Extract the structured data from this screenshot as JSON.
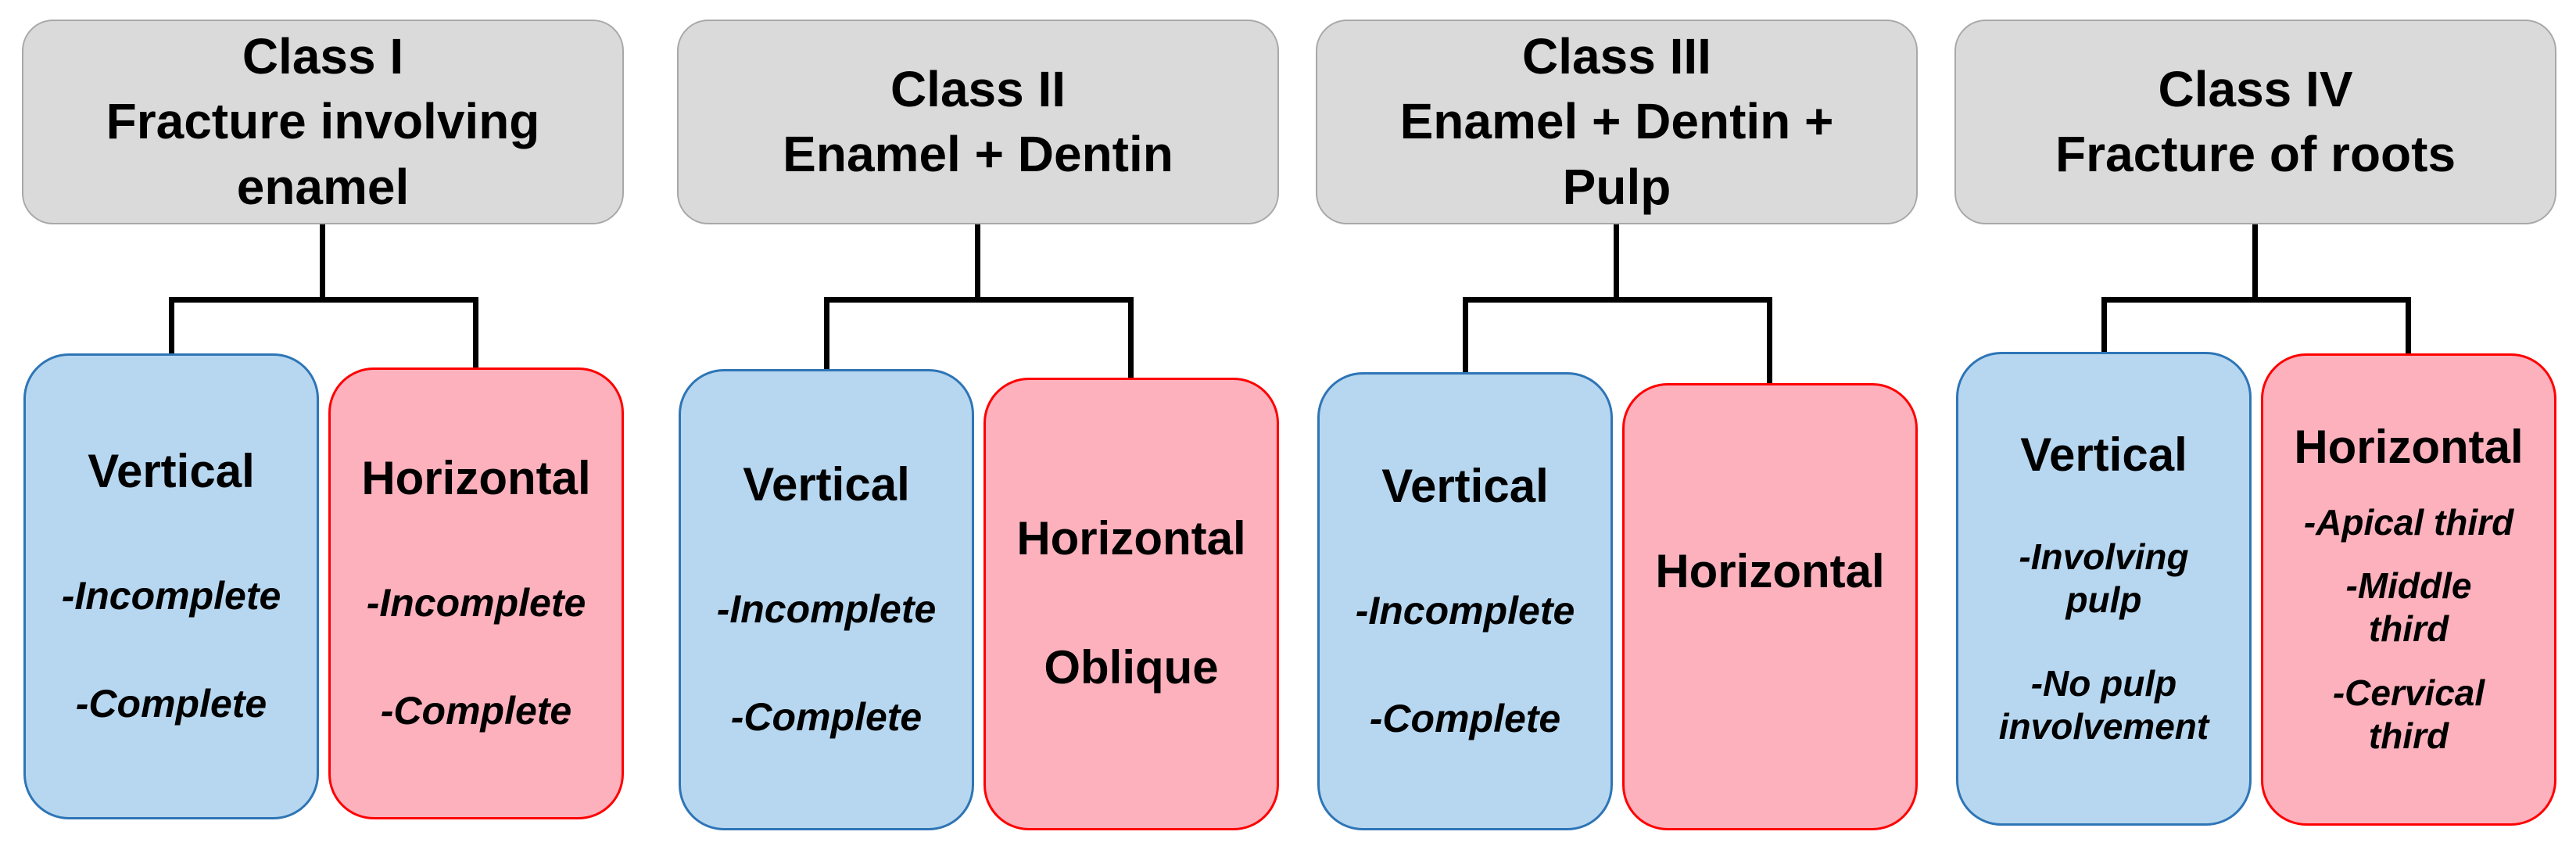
{
  "colors": {
    "header_bg": "#dadada",
    "header_border": "#a8a8a8",
    "blue_bg": "#b7d7f0",
    "blue_border": "#2e75b6",
    "pink_bg": "#fcb1bd",
    "pink_border": "#ff0000",
    "line": "#000000"
  },
  "columns": [
    {
      "header": "Class I\nFracture involving\nenamel",
      "left_box": {
        "title": "Vertical",
        "items": [
          "-Incomplete",
          "-Complete"
        ]
      },
      "right_box": {
        "title": "Horizontal",
        "items": [
          "-Incomplete",
          "-Complete"
        ]
      }
    },
    {
      "header": "Class II\nEnamel + Dentin",
      "left_box": {
        "title": "Vertical",
        "items": [
          "-Incomplete",
          "-Complete"
        ]
      },
      "right_box": {
        "title": "Horizontal",
        "items": [
          "Oblique"
        ]
      }
    },
    {
      "header": "Class III\nEnamel + Dentin +\nPulp",
      "left_box": {
        "title": "Vertical",
        "items": [
          "-Incomplete",
          "-Complete"
        ]
      },
      "right_box": {
        "title": "Horizontal",
        "items": []
      }
    },
    {
      "header": "Class IV\nFracture of roots",
      "left_box": {
        "title": "Vertical",
        "items": [
          "-Involving\npulp",
          "-No pulp\ninvolvement"
        ]
      },
      "right_box": {
        "title": "Horizontal",
        "items": [
          "-Apical third",
          "-Middle\nthird",
          "-Cervical\nthird"
        ]
      }
    }
  ]
}
